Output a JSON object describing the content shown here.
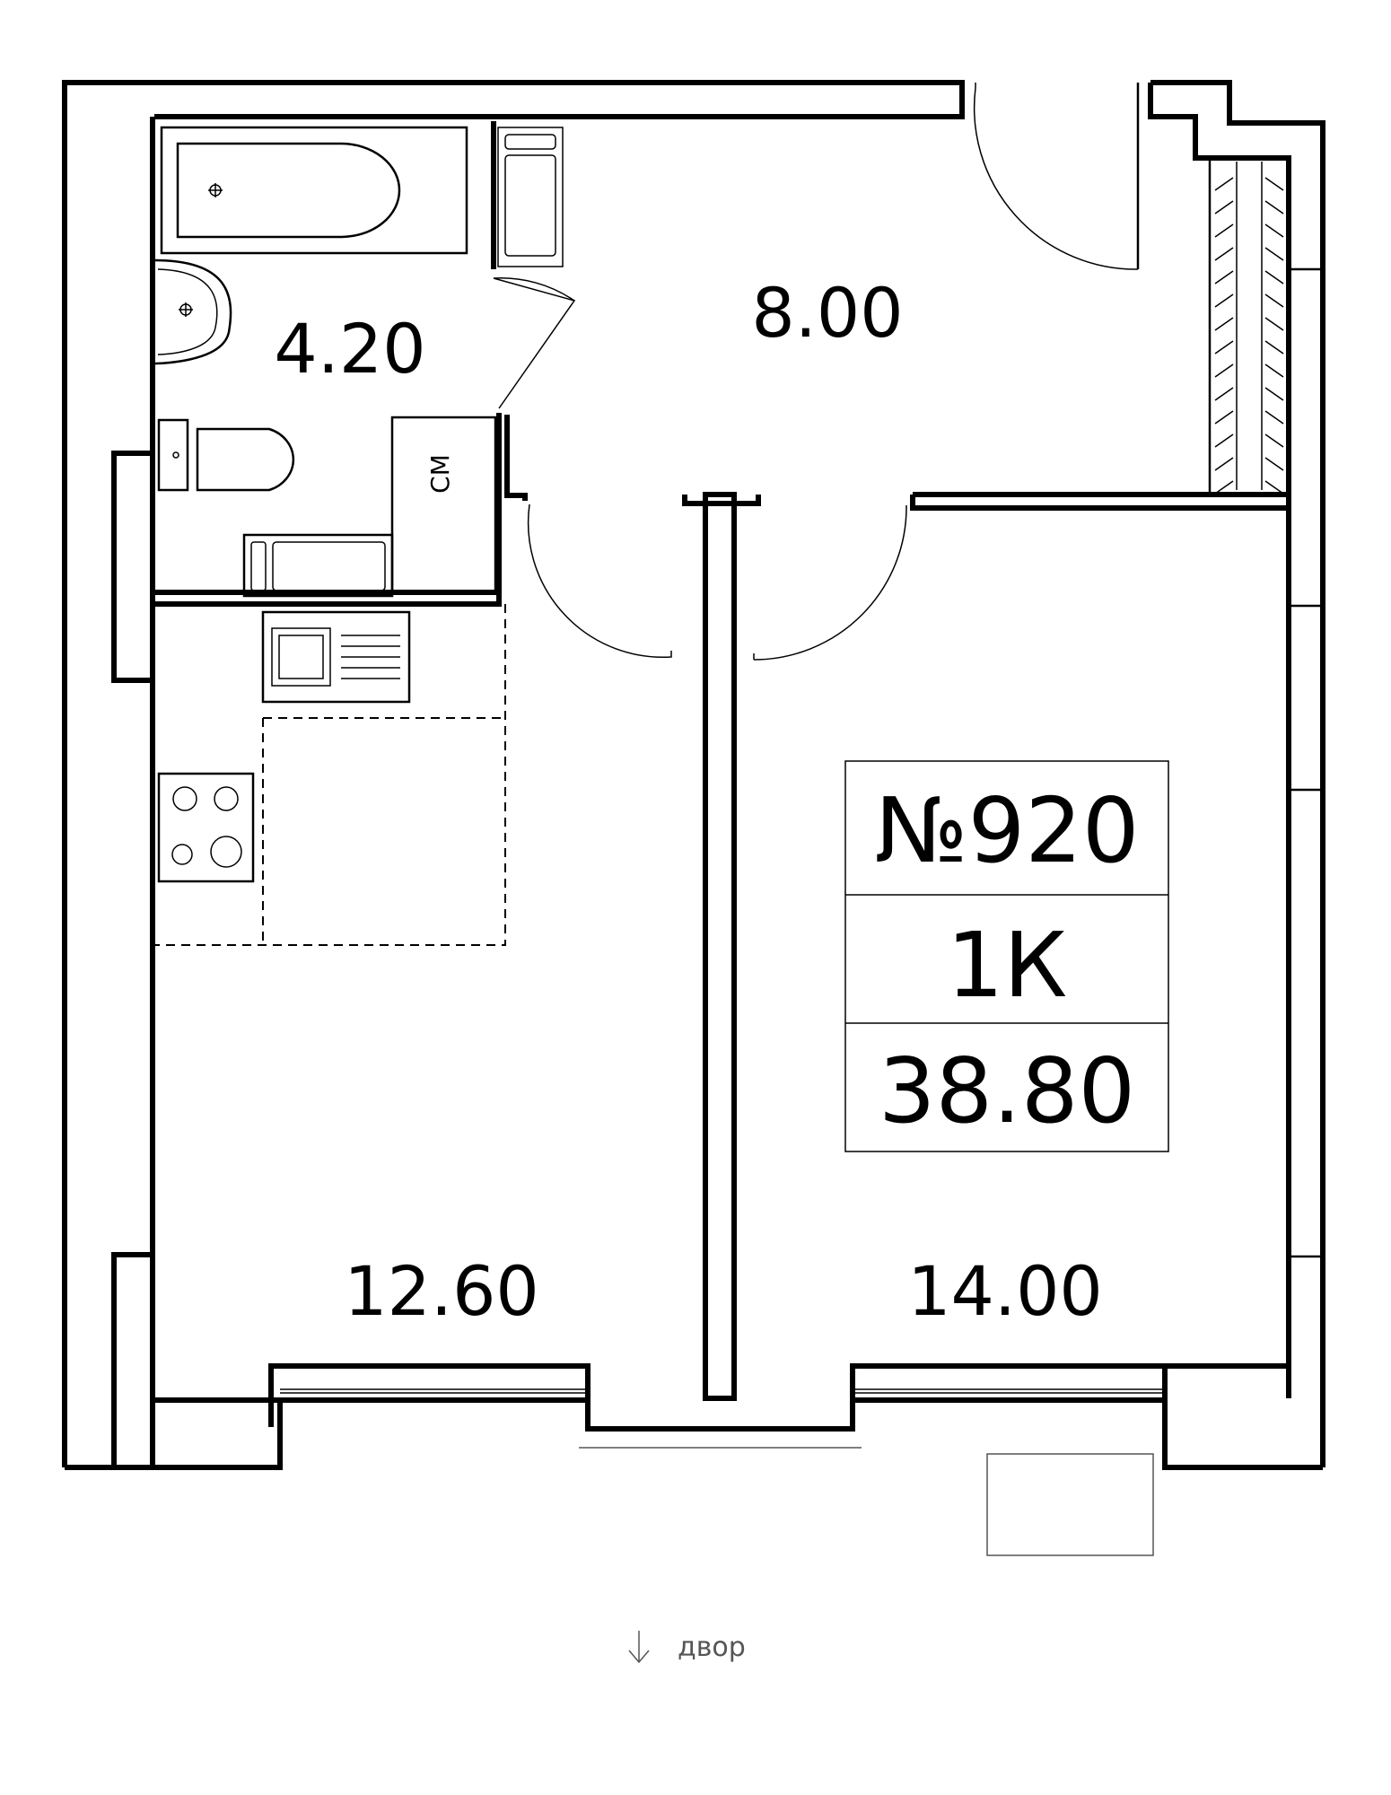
{
  "rooms": {
    "bathroom_area": "4.20",
    "hall_area": "8.00",
    "kitchen_area": "12.60",
    "room_area": "14.00"
  },
  "appliances": {
    "washer_label": "СМ"
  },
  "info_box": {
    "number": "№920",
    "type": "1К",
    "total_area": "38.80"
  },
  "orientation": {
    "label": "двор",
    "arrow": "arrow-down-icon"
  }
}
